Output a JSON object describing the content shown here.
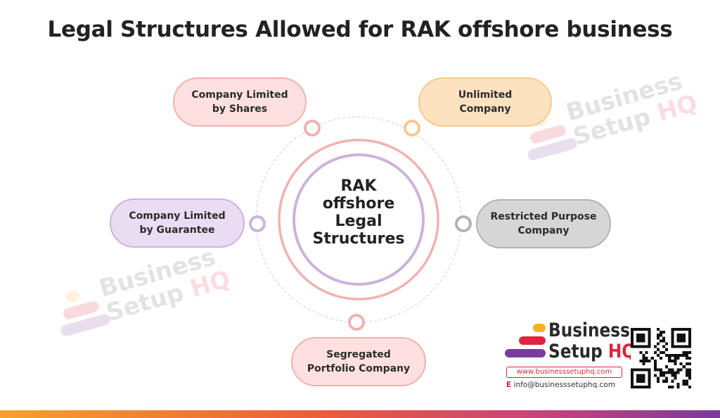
{
  "title": "Legal Structures Allowed for RAK offshore business",
  "center": {
    "label": "RAK\noffshore\nLegal\nStructures"
  },
  "nodes": [
    {
      "label": "Company Limited\nby Shares",
      "fill": "#fde0df",
      "border": "#f2b1b1",
      "dot": "#f2b1b1"
    },
    {
      "label": "Unlimited\nCompany",
      "fill": "#fde2c0",
      "border": "#f5c98f",
      "dot": "#f5c98f"
    },
    {
      "label": "Company Limited\nby Guarantee",
      "fill": "#eadcf2",
      "border": "#cbb3dd",
      "dot": "#cbb3dd"
    },
    {
      "label": "Restricted Purpose\nCompany",
      "fill": "#d6d6d6",
      "border": "#b3b3b3",
      "dot": "#b3b3b3"
    },
    {
      "label": "Segregated\nPortfolio Company",
      "fill": "#fde0df",
      "border": "#f2b1b1",
      "dot": "#f2b1b1"
    }
  ],
  "brand": {
    "line1": "Business",
    "line2_a": "Setup ",
    "line2_b": "HQ",
    "url": "www.businesssetuphq.com",
    "email_label": "E",
    "email": "info@businesssetuphq.com",
    "colors": {
      "yellow": "#f5b324",
      "red": "#e0243f",
      "purple": "#7b3a9c"
    }
  }
}
